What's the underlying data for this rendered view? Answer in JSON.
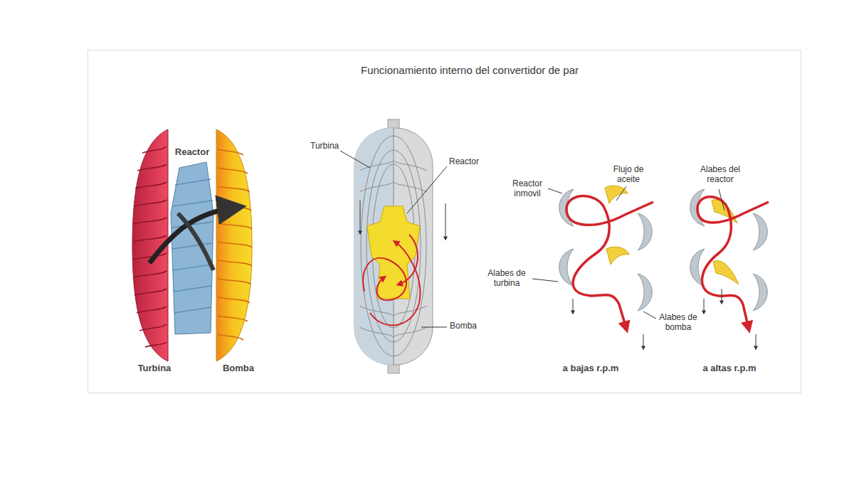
{
  "diagram": {
    "title": "Funcionamiento interno del convertidor de par",
    "labels": [
      "Reactor",
      "Turbina",
      "Bomba",
      "Turbina",
      "Reactor",
      "Bomba",
      "Reactor inmovil",
      "Flujo de aceite",
      "Alabes del reactor",
      "Alabes de turbina",
      "Alabes de bomba",
      "a bajas r.p.m",
      "a altas r.p.m"
    ]
  }
}
